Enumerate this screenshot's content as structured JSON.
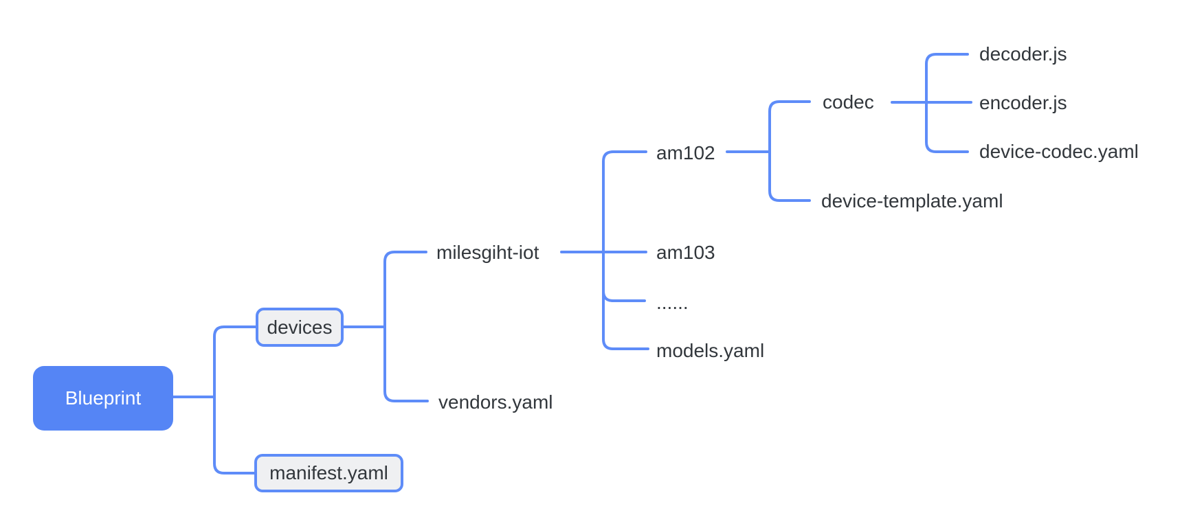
{
  "diagram": {
    "colors": {
      "accent_fill": "#5585f5",
      "line": "#5e8cf8",
      "child_box_fill": "#eff0f2",
      "text": "#32373c",
      "root_text": "#ffffff",
      "bg": "#ffffff"
    },
    "tree": {
      "label": "Blueprint",
      "children": [
        {
          "label": "devices",
          "children": [
            {
              "label": "milesgiht-iot",
              "children": [
                {
                  "label": "am102",
                  "children": [
                    {
                      "label": "codec",
                      "children": [
                        {
                          "label": "decoder.js"
                        },
                        {
                          "label": "encoder.js"
                        },
                        {
                          "label": "device-codec.yaml"
                        }
                      ]
                    },
                    {
                      "label": "device-template.yaml"
                    }
                  ]
                },
                {
                  "label": "am103"
                },
                {
                  "label": "......"
                },
                {
                  "label": "models.yaml"
                }
              ]
            },
            {
              "label": "vendors.yaml"
            }
          ]
        },
        {
          "label": "manifest.yaml"
        }
      ]
    }
  }
}
